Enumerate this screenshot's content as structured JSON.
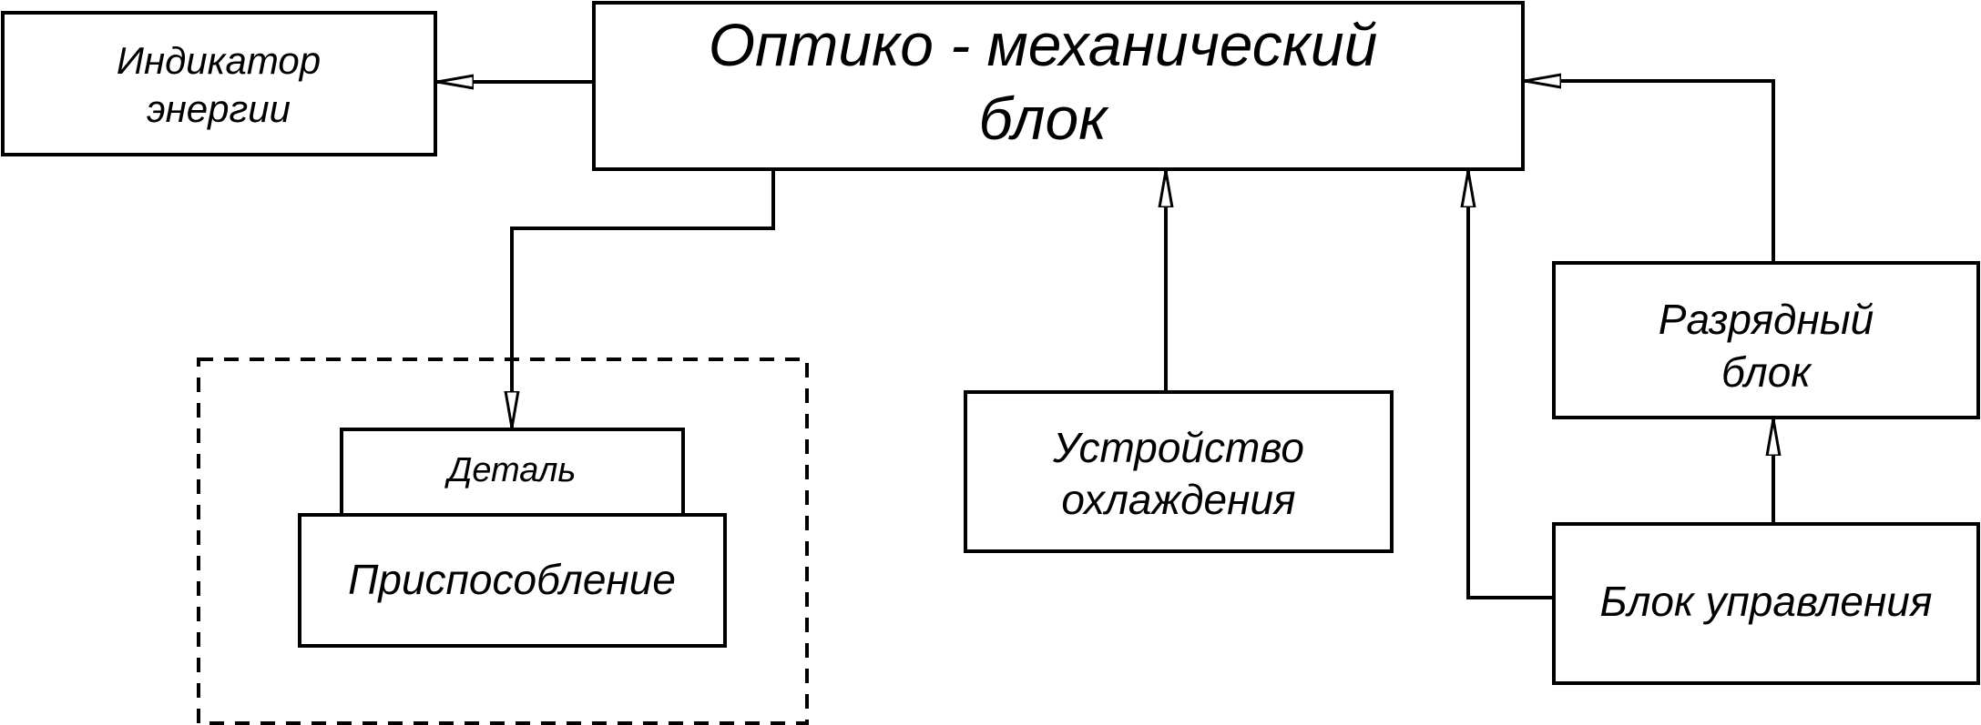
{
  "colors": {
    "line": "#000000",
    "background": "#ffffff"
  },
  "blocks": {
    "optic": {
      "line1": "Оптико - механический",
      "line2": "блок"
    },
    "indicator": {
      "line1": "Индикатор",
      "line2": "энергии"
    },
    "detail": {
      "label": "Деталь"
    },
    "fixture": {
      "label": "Приспособление"
    },
    "cooling": {
      "line1": "Устройство",
      "line2": "охлаждения"
    },
    "discharge": {
      "line1": "Разрядный",
      "line2": "блок"
    },
    "control": {
      "label": "Блок управления"
    }
  }
}
